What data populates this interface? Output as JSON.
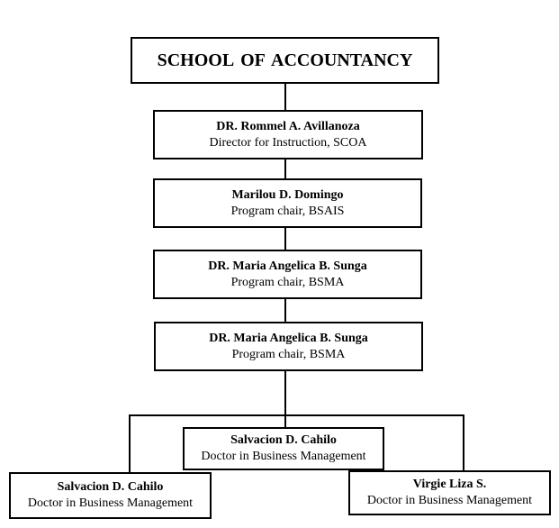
{
  "title": "SCHOOL  OF  ACCOUNTANCY",
  "nodes": [
    {
      "name": "DR. Rommel A. Avillanoza",
      "role": "Director for Instruction, SCOA"
    },
    {
      "name": "Marilou D. Domingo",
      "role": "Program chair, BSAIS"
    },
    {
      "name": "DR. Maria Angelica B. Sunga",
      "role": "Program chair, BSMA"
    },
    {
      "name": "DR. Maria Angelica B. Sunga",
      "role": "Program chair, BSMA"
    }
  ],
  "bottom": {
    "center": {
      "name": "Salvacion D. Cahilo",
      "role": "Doctor in Business Management"
    },
    "left": {
      "name": "Salvacion D. Cahilo",
      "role": "Doctor in Business Management"
    },
    "right": {
      "name": "Virgie Liza S.",
      "role": "Doctor in Business Management"
    }
  }
}
